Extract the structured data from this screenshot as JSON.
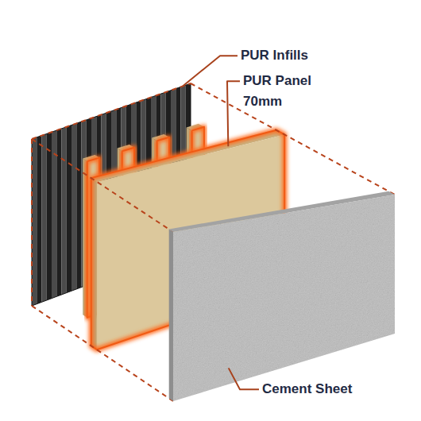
{
  "diagram": {
    "labels": [
      "PUR Infills",
      "PUR Panel 70mm",
      "Cement Sheet"
    ]
  }
}
